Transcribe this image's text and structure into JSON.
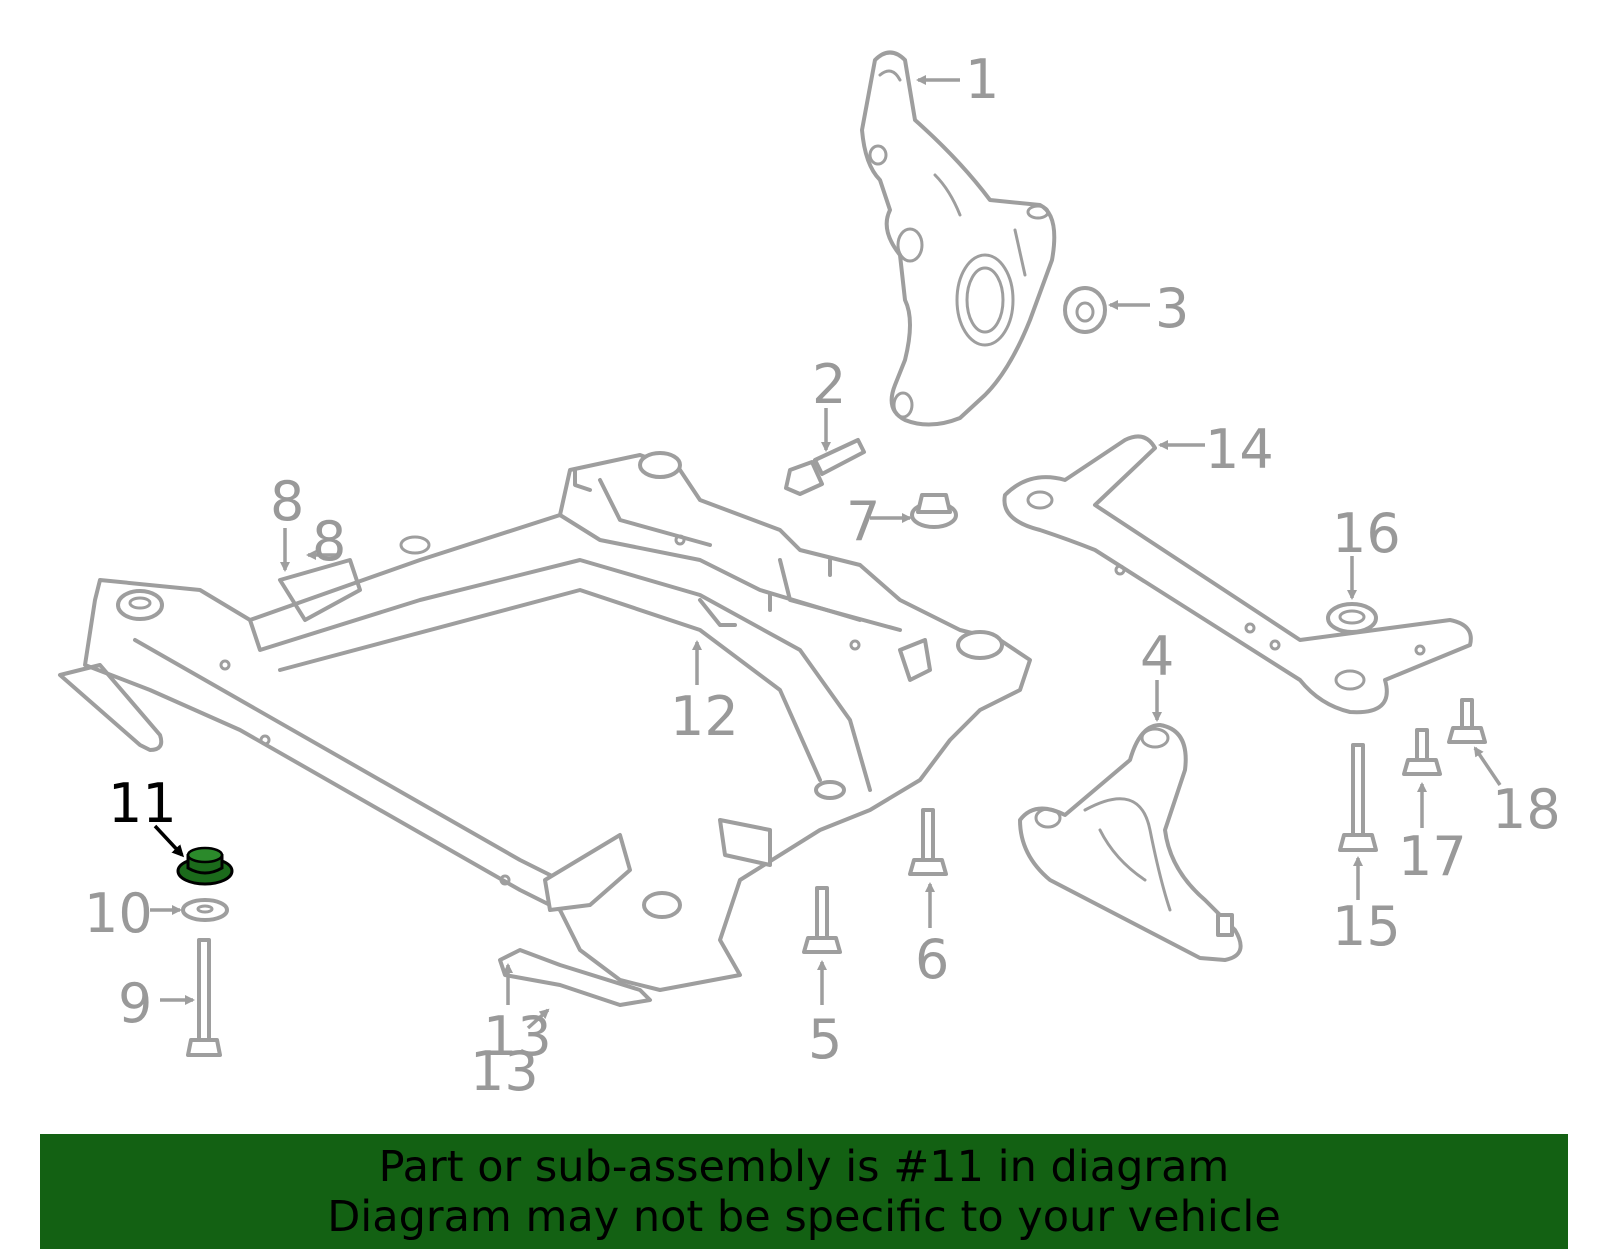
{
  "colors": {
    "banner_background": "#136113",
    "highlight_part": "#1b6b1b",
    "line_art": "#9e9e9e",
    "callout_text": "#999999",
    "highlight_text": "#000000"
  },
  "callouts": {
    "c1": "1",
    "c2": "2",
    "c3": "3",
    "c4": "4",
    "c5": "5",
    "c6": "6",
    "c7": "7",
    "c8a": "8",
    "c8b": "8",
    "c9": "9",
    "c10": "10",
    "c11": "11",
    "c12": "12",
    "c13a": "13",
    "c13b": "13",
    "c14": "14",
    "c15": "15",
    "c16": "16",
    "c17": "17",
    "c18": "18"
  },
  "highlighted_part": "11",
  "banner": {
    "line1": "Part or sub-assembly is #11 in diagram",
    "line2": "Diagram may not be specific to your vehicle"
  }
}
